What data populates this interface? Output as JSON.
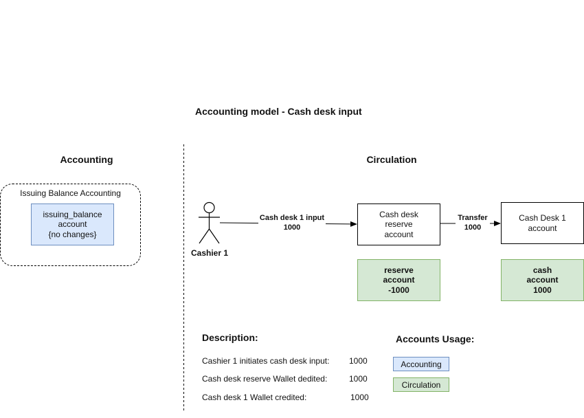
{
  "title": "Accounting model - Cash desk input",
  "sections": {
    "accounting": "Accounting",
    "circulation": "Circulation"
  },
  "issuing_group": {
    "label": "Issuing Balance Accounting",
    "box": "issuing_balance\naccount\n{no changes}"
  },
  "actor": {
    "label": "Cashier 1"
  },
  "nodes": {
    "reserve": "Cash desk\nreserve\naccount",
    "cash_desk": "Cash Desk 1\naccount",
    "reserve_balance": "reserve\naccount\n-1000",
    "cash_balance": "cash\naccount\n1000"
  },
  "edges": {
    "input": "Cash desk 1 input\n1000",
    "transfer": "Transfer\n1000"
  },
  "description": {
    "heading": "Description:",
    "rows": [
      {
        "text": "Cashier 1 initiates cash desk input:",
        "value": "1000"
      },
      {
        "text": "Cash desk reserve Wallet dedited:",
        "value": "1000"
      },
      {
        "text": "Cash desk 1 Wallet credited:",
        "value": "1000"
      }
    ]
  },
  "accounts_usage": {
    "heading": "Accounts Usage:",
    "items": [
      "Accounting",
      "Circulation"
    ]
  },
  "colors": {
    "accounting_fill": "#dae8fc",
    "accounting_stroke": "#6c8ebf",
    "circulation_fill": "#d5e8d4",
    "circulation_stroke": "#82b366"
  }
}
